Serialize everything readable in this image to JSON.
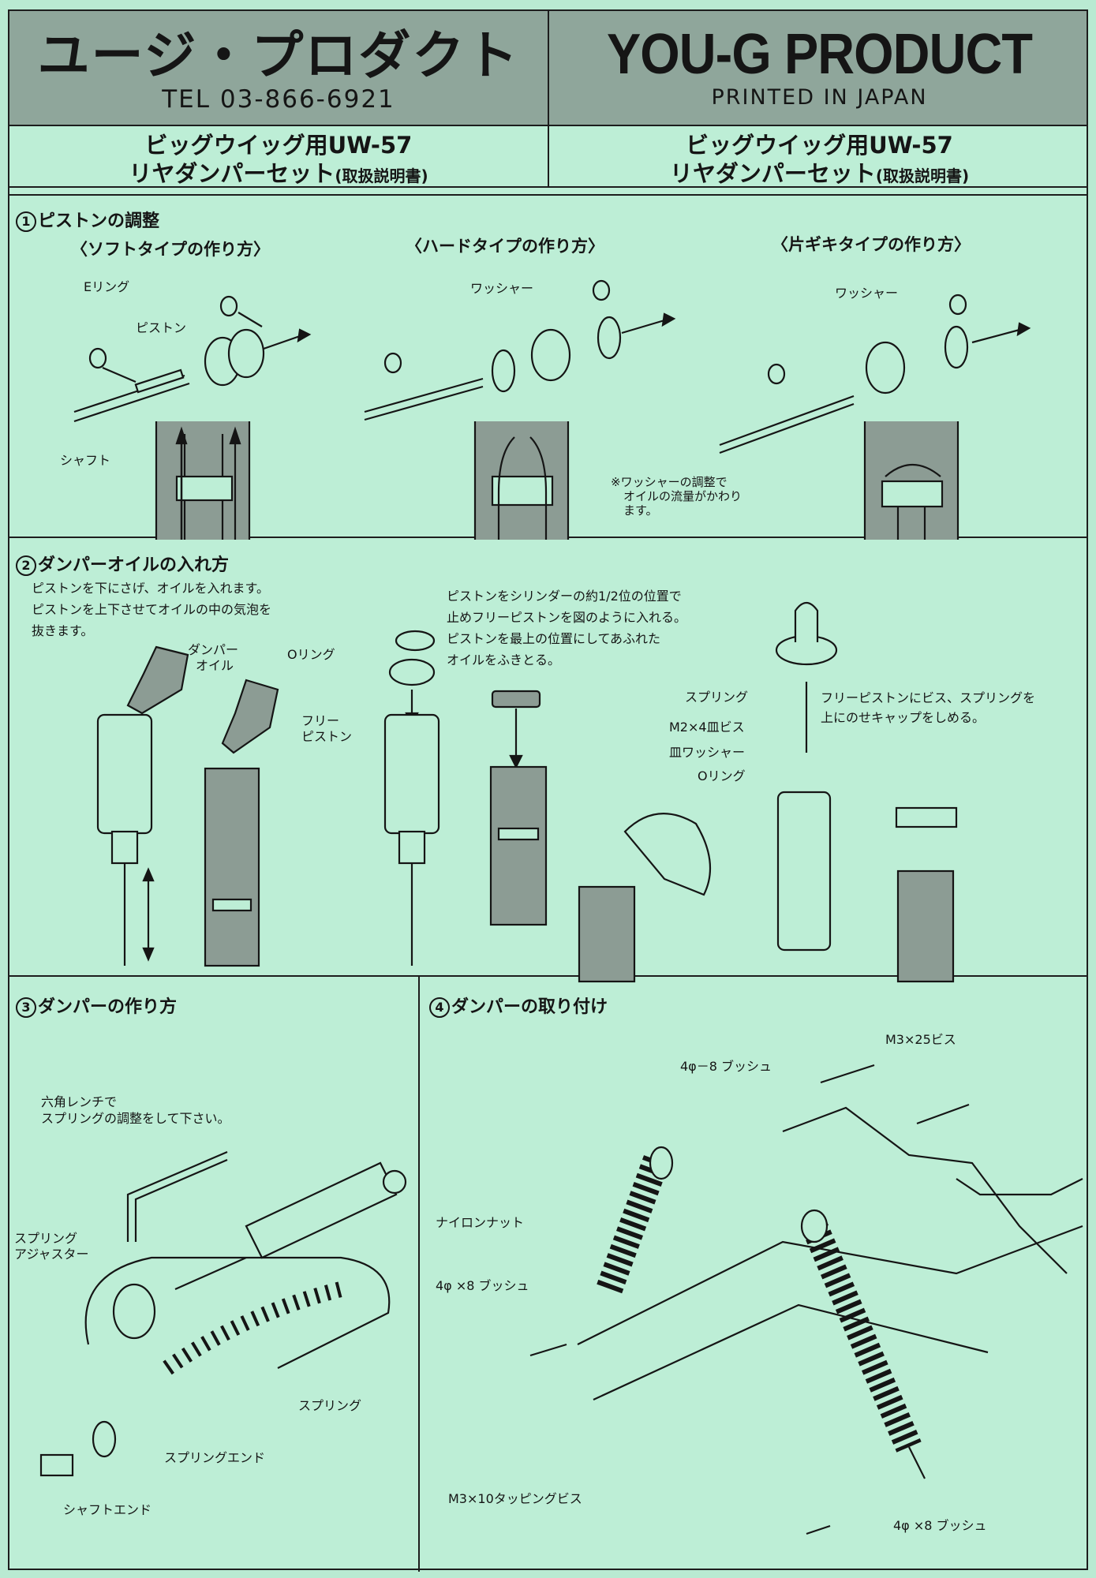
{
  "header": {
    "company_jp": "ユージ・プロダクト",
    "tel": "TEL 03-866-6921",
    "company_en": "YOU-G PRODUCT",
    "printed": "PRINTED IN JAPAN"
  },
  "subtitle": {
    "line1": "ビッグウイッグ用UW-57",
    "line2": "リヤダンパーセット",
    "line2_small": "(取扱説明書)"
  },
  "section1": {
    "title": "ピストンの調整",
    "num": "1",
    "soft_title": "〈ソフトタイプの作り方〉",
    "hard_title": "〈ハードタイプの作り方〉",
    "katagiki_title": "〈片ギキタイプの作り方〉",
    "label_ering": "Eリング",
    "label_piston": "ピストン",
    "label_shaft": "シャフト",
    "label_washer": "ワッシャー",
    "note": [
      "※ワッシャーの調整で",
      "オイルの流量がかわり",
      "ます。"
    ]
  },
  "section2": {
    "title": "ダンパーオイルの入れ方",
    "num": "2",
    "text1": [
      "ピストンを下にさげ、オイルを入れます。",
      "ピストンを上下させてオイルの中の気泡を",
      "抜きます。"
    ],
    "label_oil": [
      "ダンパー",
      "オイル"
    ],
    "label_oring": "Oリング",
    "label_free_piston": [
      "フリー",
      "ピストン"
    ],
    "text2": [
      "ピストンをシリンダーの約1/2位の位置で",
      "止めフリーピストンを図のように入れる。",
      "ピストンを最上の位置にしてあふれた",
      "オイルをふきとる。"
    ],
    "label_spring": "スプリング",
    "label_screw": "M2×4皿ビス",
    "label_sara_washer": "皿ワッシャー",
    "label_oring2": "Oリング",
    "text3": [
      "フリーピストンにビス、スプリングを",
      "上にのせキャップをしめる。"
    ]
  },
  "section3": {
    "title": "ダンパーの作り方",
    "num": "3",
    "text": [
      "六角レンチで",
      "スプリングの調整をして下さい。"
    ],
    "label_adjuster": [
      "スプリング",
      "アジャスター"
    ],
    "label_spring": "スプリング",
    "label_spring_end": "スプリングエンド",
    "label_shaft_end": "シャフトエンド"
  },
  "section4": {
    "title": "ダンパーの取り付け",
    "num": "4",
    "label_m3x25": "M3×25ビス",
    "label_bush48a": "4φ－8 ブッシュ",
    "label_nylon_nut": "ナイロンナット",
    "label_bush48b": "4φ ×8 ブッシュ",
    "label_tapping": "M3×10タッピングビス",
    "label_bush48c": "4φ ×8 ブッシュ"
  },
  "colors": {
    "background": "#bdeed6",
    "header": "#8fa69b",
    "diagram_fill": "#8c9c94",
    "ink": "#151515"
  }
}
